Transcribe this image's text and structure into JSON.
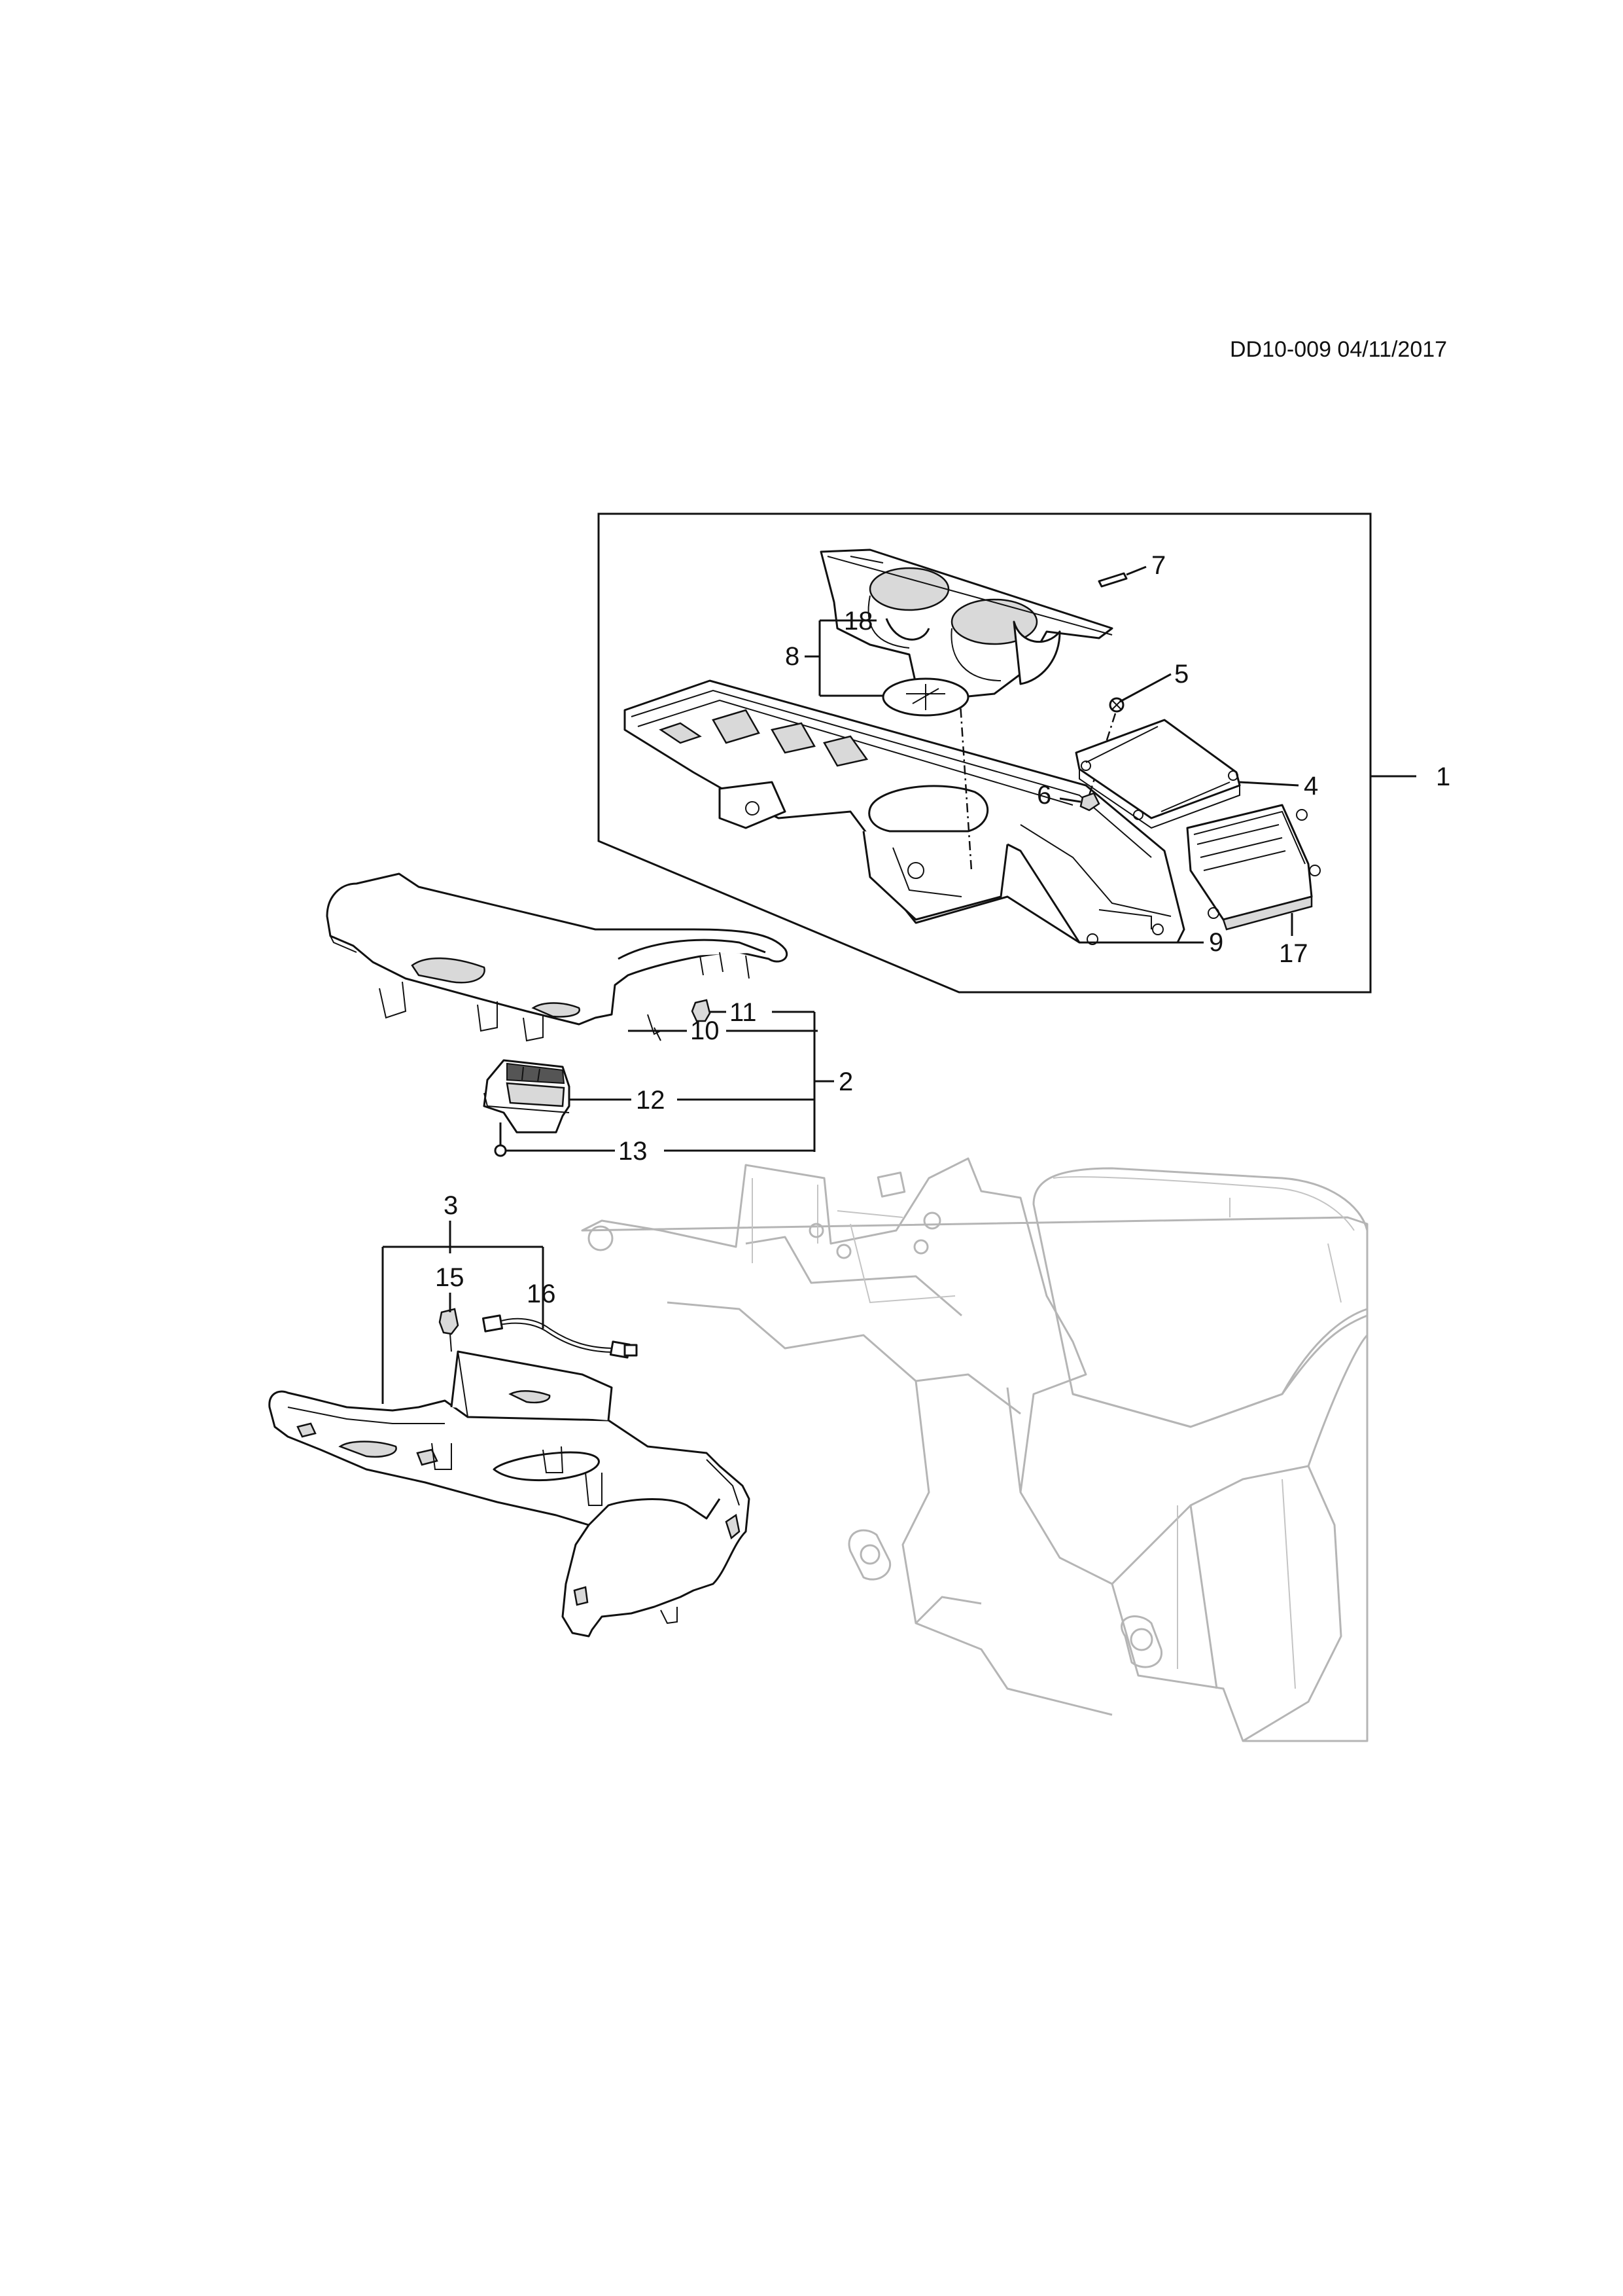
{
  "document": {
    "reference": "DD10-009 04/11/2017"
  },
  "callouts": [
    {
      "id": "c1",
      "text": "1"
    },
    {
      "id": "c2",
      "text": "2"
    },
    {
      "id": "c3",
      "text": "3"
    },
    {
      "id": "c4",
      "text": "4"
    },
    {
      "id": "c5",
      "text": "5"
    },
    {
      "id": "c6",
      "text": "6"
    },
    {
      "id": "c7",
      "text": "7"
    },
    {
      "id": "c8",
      "text": "8"
    },
    {
      "id": "c9",
      "text": "9"
    },
    {
      "id": "c10",
      "text": "10"
    },
    {
      "id": "c11",
      "text": "11"
    },
    {
      "id": "c12",
      "text": "12"
    },
    {
      "id": "c13",
      "text": "13"
    },
    {
      "id": "c15",
      "text": "15"
    },
    {
      "id": "c16",
      "text": "16"
    },
    {
      "id": "c17",
      "text": "17"
    },
    {
      "id": "c18",
      "text": "18"
    }
  ]
}
